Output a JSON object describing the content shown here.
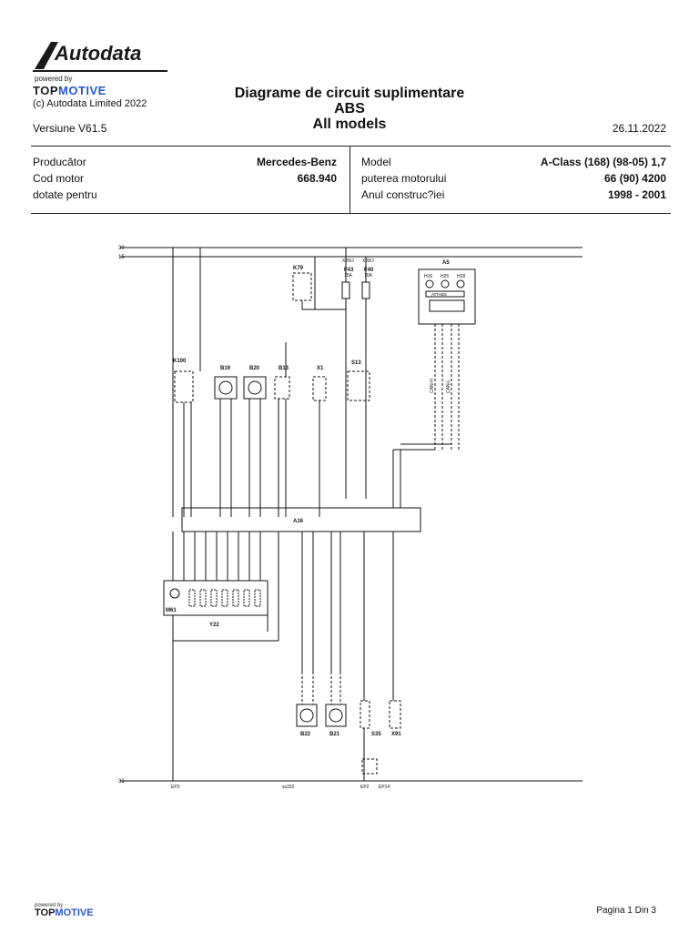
{
  "header": {
    "brand": "Autodata",
    "powered_by": "powered by",
    "topmotive_a": "TOP",
    "topmotive_b": "MOTIVE",
    "copyright": "(c) Autodata Limited 2022",
    "title_line1": "Diagrame de circuit suplimentare",
    "title_line2": "ABS",
    "title_line3": "All models",
    "version": "Versiune V61.5",
    "date": "26.11.2022"
  },
  "info": {
    "left": [
      {
        "label": "Producător",
        "value": "Mercedes-Benz"
      },
      {
        "label": "Cod motor",
        "value": "668.940"
      },
      {
        "label": "dotate pentru",
        "value": ""
      }
    ],
    "right": [
      {
        "label": "Model",
        "value": "A-Class (168) (98-05) 1,7"
      },
      {
        "label": "puterea motorului",
        "value": "66 (90) 4200"
      },
      {
        "label": "Anul construc?iei",
        "value": "1998 - 2001"
      }
    ]
  },
  "diagram": {
    "rails": {
      "r30": "30",
      "r15": "15",
      "r31": "31"
    },
    "components": {
      "K79": "K79",
      "F43": "F43",
      "F40": "F40",
      "A5": "A5",
      "K100": "K100",
      "B19": "B19",
      "B20": "B20",
      "B13": "B13",
      "X1": "X1",
      "S13": "S13",
      "A16": "A16",
      "M61": "M61",
      "Y22": "Y22",
      "B22": "B22",
      "B21": "B21",
      "S35": "S35",
      "X91": "X91"
    },
    "fuse_info": {
      "f43_top": "X29/J",
      "f43_amp": "15A",
      "f40_top": "X28/J",
      "f40_amp": "10A"
    },
    "a5_labels": {
      "h1": "H16",
      "h2": "H25",
      "h3": "H28",
      "display": "ATTABS"
    },
    "can": {
      "canh": "CAN-H",
      "canl": "CAN-L"
    },
    "ground": {
      "ep3": "EP3",
      "spliced": "ss332",
      "ep2": "EP2",
      "ep14": "EP14"
    }
  },
  "footer": {
    "powered": "powered by",
    "topmotive_a": "TOP",
    "topmotive_b": "MOTIVE",
    "page": "Pagina 1 Din 3"
  }
}
